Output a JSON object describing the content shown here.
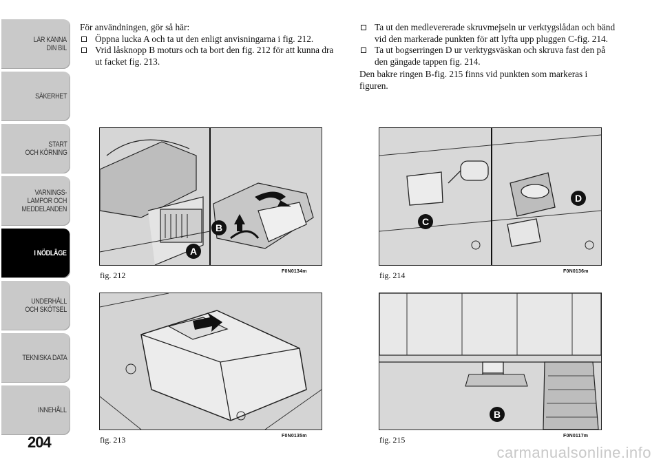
{
  "sidebar": {
    "tabs": [
      {
        "label": "LÄR KÄNNA\nDIN BIL",
        "active": false
      },
      {
        "label": "SÄKERHET",
        "active": false
      },
      {
        "label": "START\nOCH KÖRNING",
        "active": false
      },
      {
        "label": "VARNINGS-\nLAMPOR OCH\nMEDDELANDEN",
        "active": false
      },
      {
        "label": "I NÖDLÄGE",
        "active": true
      },
      {
        "label": "UNDERHÅLL\nOCH SKÖTSEL",
        "active": false
      },
      {
        "label": "TEKNISKA DATA",
        "active": false
      },
      {
        "label": "INNEHÅLL",
        "active": false
      }
    ]
  },
  "page_number": "204",
  "left_col": {
    "intro": "För användningen, gör så här:",
    "items": [
      "Öppna lucka A och ta ut den enligt anvisningarna i fig. 212.",
      "Vrid låsknopp B moturs och ta bort den fig. 212 för att kunna dra ut facket fig. 213."
    ]
  },
  "right_col": {
    "items": [
      "Ta ut den medlevererade skruvmejseln ur verktygslådan och bänd vid den markerade punkten för att lyfta upp pluggen C-fig. 214.",
      "Ta ut bogserringen D ur verktygsväskan och skruva fast den på den gängade tappen fig. 214."
    ],
    "paragraph": "Den bakre ringen B-fig. 215 finns vid punkten som markeras i figuren."
  },
  "figures": {
    "fig212": {
      "caption": "fig. 212",
      "code": "F0N0134m",
      "markers": [
        "A",
        "B"
      ]
    },
    "fig213": {
      "caption": "fig. 213",
      "code": "F0N0135m"
    },
    "fig214": {
      "caption": "fig. 214",
      "code": "F0N0136m",
      "markers": [
        "C",
        "D"
      ]
    },
    "fig215": {
      "caption": "fig. 215",
      "code": "F0N0117m",
      "markers": [
        "B"
      ]
    }
  },
  "watermark": "carmanualsonline.info"
}
